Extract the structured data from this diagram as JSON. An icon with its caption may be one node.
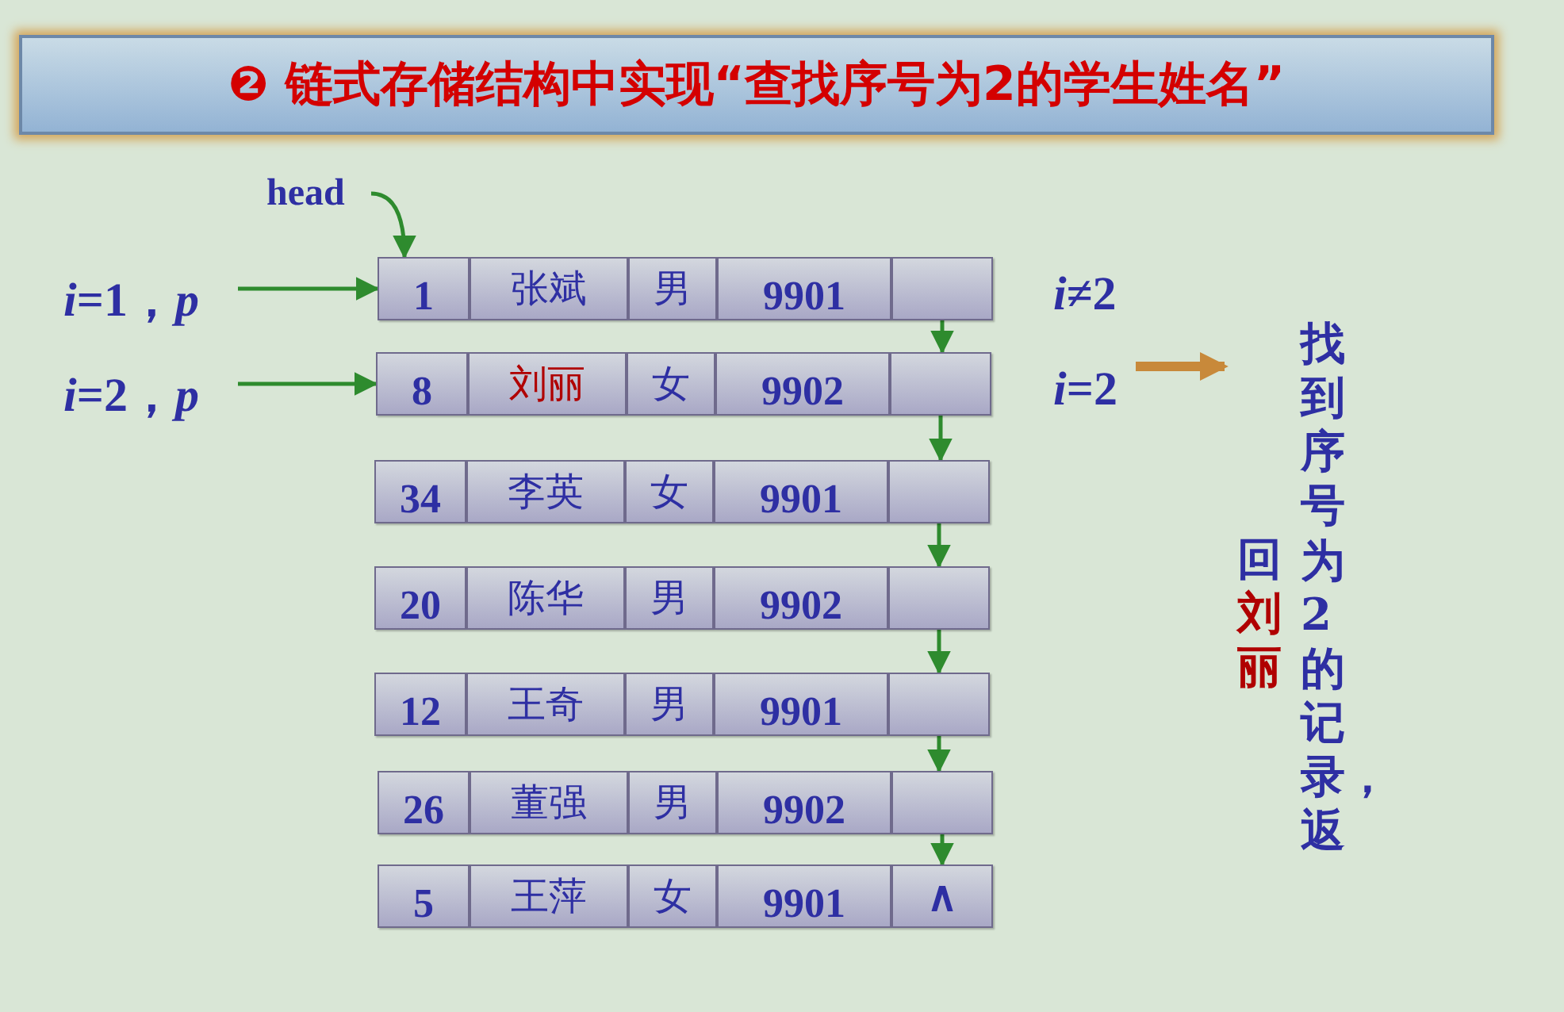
{
  "diagram": {
    "title": "❷ 链式存储结构中实现“查找序号为2的学生姓名”",
    "nodes": [
      {
        "text": [
          "head"
        ]
      },
      {
        "text": [
          "*i*=1，*p*"
        ]
      },
      {
        "text": [
          "*i*=2，*p*"
        ]
      },
      {
        "text": [
          "1"
        ]
      },
      {
        "text": [
          "张斌"
        ]
      },
      {
        "text": [
          "男"
        ]
      },
      {
        "text": [
          "9901"
        ]
      },
      {
        "text": [],
        "shape": "box"
      },
      {
        "text": [
          "8"
        ]
      },
      {
        "text": [
          "刘丽"
        ]
      },
      {
        "text": [
          "女"
        ]
      },
      {
        "text": [
          "9902"
        ]
      },
      {
        "text": [],
        "shape": "box"
      },
      {
        "text": [
          "34"
        ]
      },
      {
        "text": [
          "李英"
        ]
      },
      {
        "text": [
          "女"
        ]
      },
      {
        "text": [
          "9901"
        ]
      },
      {
        "text": [],
        "shape": "box"
      },
      {
        "text": [
          "20"
        ]
      },
      {
        "text": [
          "陈华"
        ]
      },
      {
        "text": [
          "男"
        ]
      },
      {
        "text": [
          "9902"
        ]
      },
      {
        "text": [],
        "shape": "box"
      },
      {
        "text": [
          "12"
        ]
      },
      {
        "text": [
          "王奇"
        ]
      },
      {
        "text": [
          "男"
        ]
      },
      {
        "text": [
          "9901"
        ]
      },
      {
        "text": [],
        "shape": "box"
      },
      {
        "text": [
          "26"
        ]
      },
      {
        "text": [
          "董强"
        ]
      },
      {
        "text": [
          "男"
        ]
      },
      {
        "text": [
          "9902"
        ]
      },
      {
        "text": [],
        "shape": "box"
      },
      {
        "text": [
          "5"
        ]
      },
      {
        "text": [
          "王萍"
        ]
      },
      {
        "text": [
          "女"
        ]
      },
      {
        "text": [
          "9901"
        ]
      },
      {
        "text": [
          "∧"
        ]
      },
      {
        "text": [
          "*i*=2"
        ]
      },
      {
        "text": [
          "回",
          "刘丽",
          "找到序号为2的记录，返"
        ]
      }
    ],
    "edges": [
      {
        "from": 0,
        "to": 3,
        "arrow": "to"
      },
      {
        "from": 1,
        "to": 3,
        "arrow": "to"
      },
      {
        "from": 2,
        "to": 8,
        "arrow": "to"
      },
      {
        "from": 7,
        "to": 12,
        "arrow": "to"
      },
      {
        "from": 12,
        "to": 17,
        "arrow": "to"
      },
      {
        "from": 17,
        "to": 22,
        "arrow": "to"
      },
      {
        "from": 22,
        "to": 27,
        "arrow": "to"
      },
      {
        "from": 27,
        "to": 32,
        "arrow": "to"
      },
      {
        "from": 32,
        "to": 37,
        "arrow": "to"
      },
      {
        "from": 38,
        "to": 39,
        "arrow": "to",
        "style": "thick",
        "color": "#c8893a"
      }
    ],
    "labels": [
      "*i*≠2"
    ]
  }
}
